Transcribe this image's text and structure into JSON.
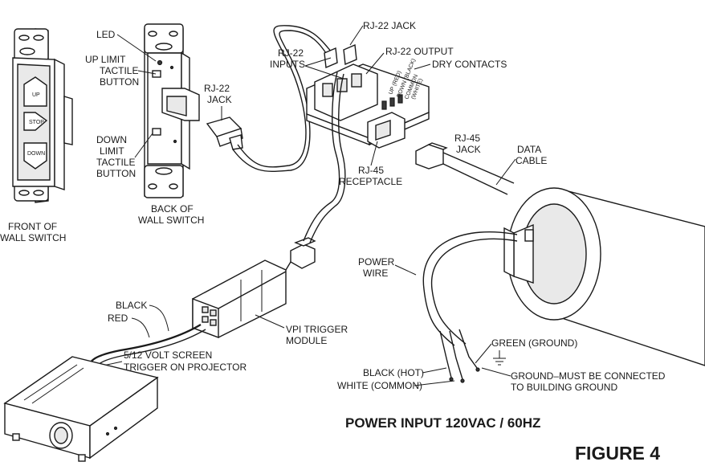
{
  "labels": {
    "led": "LED",
    "up_limit": [
      "UP LIMIT",
      "TACTILE",
      "BUTTON"
    ],
    "down_limit": [
      "DOWN",
      "LIMIT",
      "TACTILE",
      "BUTTON"
    ],
    "front_of_switch": [
      "FRONT OF",
      "WALL SWITCH"
    ],
    "back_of_switch": [
      "BACK OF",
      "WALL SWITCH"
    ],
    "rj22_jack_left": [
      "RJ-22",
      "JACK"
    ],
    "rj22_jack_top": "RJ-22 JACK",
    "rj22_inputs": [
      "RJ-22",
      "INPUTS"
    ],
    "rj22_output": "RJ-22 OUTPUT",
    "dry_contacts": "DRY CONTACTS",
    "contact_up": "UP (RED)",
    "contact_down": "DOWN (BLACK)",
    "contact_common": [
      "COMMON",
      "(WHITE)"
    ],
    "rj45_receptacle": [
      "RJ-45",
      "RECEPTACLE"
    ],
    "rj45_jack": [
      "RJ-45",
      "JACK"
    ],
    "data_cable": [
      "DATA",
      "CABLE"
    ],
    "power_wire": [
      "POWER",
      "WIRE"
    ],
    "black": "BLACK",
    "red": "RED",
    "screen_trigger": [
      "5/12 VOLT SCREEN",
      "TRIGGER ON PROJECTOR"
    ],
    "vpi_trigger": [
      "VPI TRIGGER",
      "MODULE"
    ],
    "green_ground": "GREEN (GROUND)",
    "black_hot": "BLACK (HOT)",
    "white_common": "WHITE (COMMON)",
    "ground_note": [
      "GROUND–MUST BE CONNECTED",
      "TO BUILDING GROUND"
    ],
    "power_input": "POWER INPUT 120VAC / 60HZ",
    "figure": "FIGURE 4",
    "button_up": "UP",
    "button_stop": "STOP",
    "button_down": "DOWN"
  }
}
